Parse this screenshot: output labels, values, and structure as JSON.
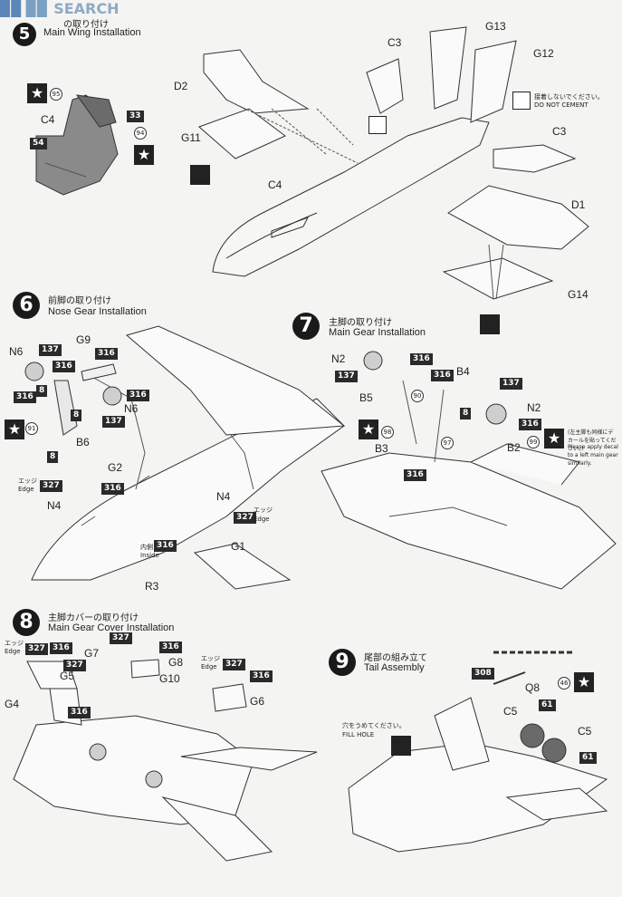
{
  "watermark": "SEARCH",
  "step5": {
    "title_jp": "の取り付け",
    "title_en": "Main Wing Installation"
  },
  "step6": {
    "num": "6",
    "title_jp": "前脚の取り付け",
    "title_en": "Nose Gear Installation"
  },
  "step7": {
    "num": "7",
    "title_jp": "主脚の取り付け",
    "title_en": "Main Gear Installation"
  },
  "step8": {
    "num": "8",
    "title_jp": "主脚カバーの取り付け",
    "title_en": "Main Gear Cover Installation"
  },
  "step9": {
    "num": "9",
    "title_jp": "尾部の組み立て",
    "title_en": "Tail Assembly"
  },
  "notes": {
    "no_cement_jp": "接着しないでください。",
    "no_cement_en": "DO NOT CEMENT",
    "fill_hole_jp": "穴をうめてください。",
    "fill_hole_en": "FILL HOLE",
    "left_gear_jp": "(左主脚も同様にデカールを貼ってください。)",
    "left_gear_en": "Please apply decal to a left main gear similarly."
  },
  "edge": {
    "jp": "エッジ",
    "en": "Edge"
  },
  "inside": {
    "jp": "内側",
    "en": "Inside"
  },
  "parts": {
    "c3a": "C3",
    "g13": "G13",
    "g12": "G12",
    "d2": "D2",
    "c4a": "C4",
    "g11": "G11",
    "c4b": "C4",
    "c3b": "C3",
    "d1": "D1",
    "g14": "G14",
    "n6a": "N6",
    "g9": "G9",
    "n6b": "N6",
    "b6": "B6",
    "g2": "G2",
    "n4a": "N4",
    "n4b": "N4",
    "g1": "G1",
    "r3": "R3",
    "n2a": "N2",
    "b4": "B4",
    "b5": "B5",
    "n2b": "N2",
    "b3": "B3",
    "b2": "B2",
    "g7": "G7",
    "g8": "G8",
    "g5": "G5",
    "g10": "G10",
    "g4": "G4",
    "g6": "G6",
    "q8": "Q8",
    "c5a": "C5",
    "c5b": "C5"
  },
  "chips": {
    "c33": "33",
    "c54": "54",
    "c137a": "137",
    "c316a": "316",
    "c8a": "8",
    "c316b": "316",
    "c316c": "316",
    "c137b": "137",
    "c316d": "316",
    "c8b": "8",
    "c8c": "8",
    "c327a": "327",
    "c316e": "316",
    "c327b": "327",
    "c316f": "316",
    "c137c": "137",
    "c316g": "316",
    "c316h": "316",
    "c8d": "8",
    "c137d": "137",
    "c316i": "316",
    "c316j": "316",
    "c327c": "327",
    "c316k": "316",
    "c327d": "327",
    "c316l": "316",
    "c327e": "327",
    "c316m": "316",
    "c316n": "316",
    "c327f": "327",
    "c316o": "316",
    "c308": "308",
    "c61a": "61",
    "c61b": "61"
  },
  "decals": {
    "d95": "95",
    "d94": "94",
    "d91": "91",
    "d98": "98",
    "d90": "90",
    "d97": "97",
    "d99": "99",
    "d46": "46"
  },
  "star": "★"
}
